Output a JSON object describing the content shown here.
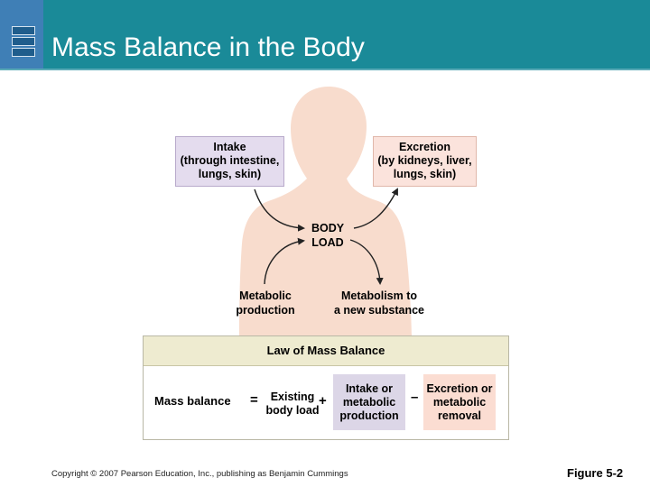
{
  "slide": {
    "title": "Mass Balance in the Body",
    "copyright": "Copyright © 2007 Pearson Education, Inc., publishing as Benjamin Cummings",
    "figure_number": "Figure 5-2"
  },
  "diagram": {
    "intake": {
      "title": "Intake",
      "detail_1": "(through intestine,",
      "detail_2": "lungs, skin)"
    },
    "excretion": {
      "title": "Excretion",
      "detail_1": "(by kidneys, liver,",
      "detail_2": "lungs, skin)"
    },
    "body_load_1": "BODY",
    "body_load_2": "LOAD",
    "metabolic_production_1": "Metabolic",
    "metabolic_production_2": "production",
    "metabolism_new_1": "Metabolism to",
    "metabolism_new_2": "a new substance"
  },
  "law": {
    "header": "Law of Mass Balance",
    "mass_balance": "Mass balance",
    "equals": "=",
    "existing_1": "Existing",
    "existing_2": "body load",
    "plus": "+",
    "intake_1": "Intake or",
    "intake_2": "metabolic",
    "intake_3": "production",
    "minus": "–",
    "excretion_1": "Excretion or",
    "excretion_2": "metabolic",
    "excretion_3": "removal"
  },
  "colors": {
    "title_bar": "#1a8a98",
    "body_silhouette": "#f8dccd",
    "intake_fill": "#e4dcee",
    "excretion_fill": "#fbe3dc",
    "law_header_fill": "#eeebd0"
  }
}
